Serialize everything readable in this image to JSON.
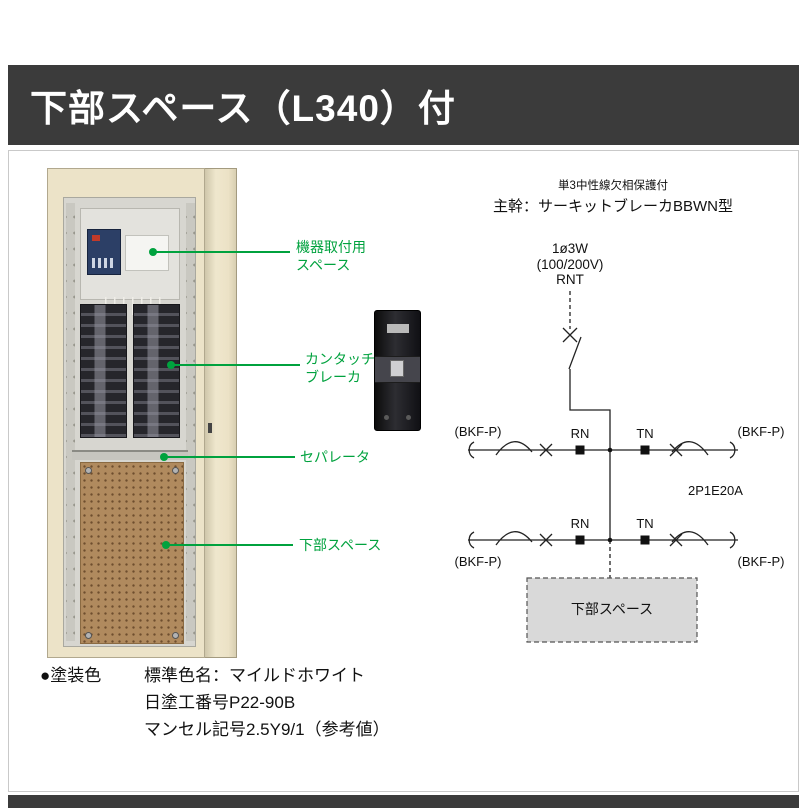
{
  "header": {
    "title": "下部スペース（L340）付"
  },
  "labels": {
    "equipment_space": [
      "機器取付用",
      "スペース"
    ],
    "kantouch_breaker": [
      "カンタッチ",
      "ブレーカ"
    ],
    "separator": "セパレータ",
    "lower_space": "下部スペース"
  },
  "diagram": {
    "note": "単3中性線欠相保護付",
    "main": "主幹：サーキットブレーカBBWN型",
    "phase": "1ø3W",
    "voltage": "(100/200V)",
    "code": "RNT",
    "bkf": "(BKF-P)",
    "rn": "RN",
    "tn": "TN",
    "rating": "2P1E20A",
    "box_label": "下部スペース"
  },
  "paint": {
    "heading": "●塗装色",
    "lines": [
      "標準色名：マイルドホワイト",
      "日塗工番号P22-90B",
      "マンセル記号2.5Y9/1（参考値）"
    ]
  },
  "colors": {
    "header_bg": "#3b3b3b",
    "annotation_green": "#00a23e",
    "cabinet_cream": "#ece3c8",
    "board_brown": "#b08a5e"
  }
}
